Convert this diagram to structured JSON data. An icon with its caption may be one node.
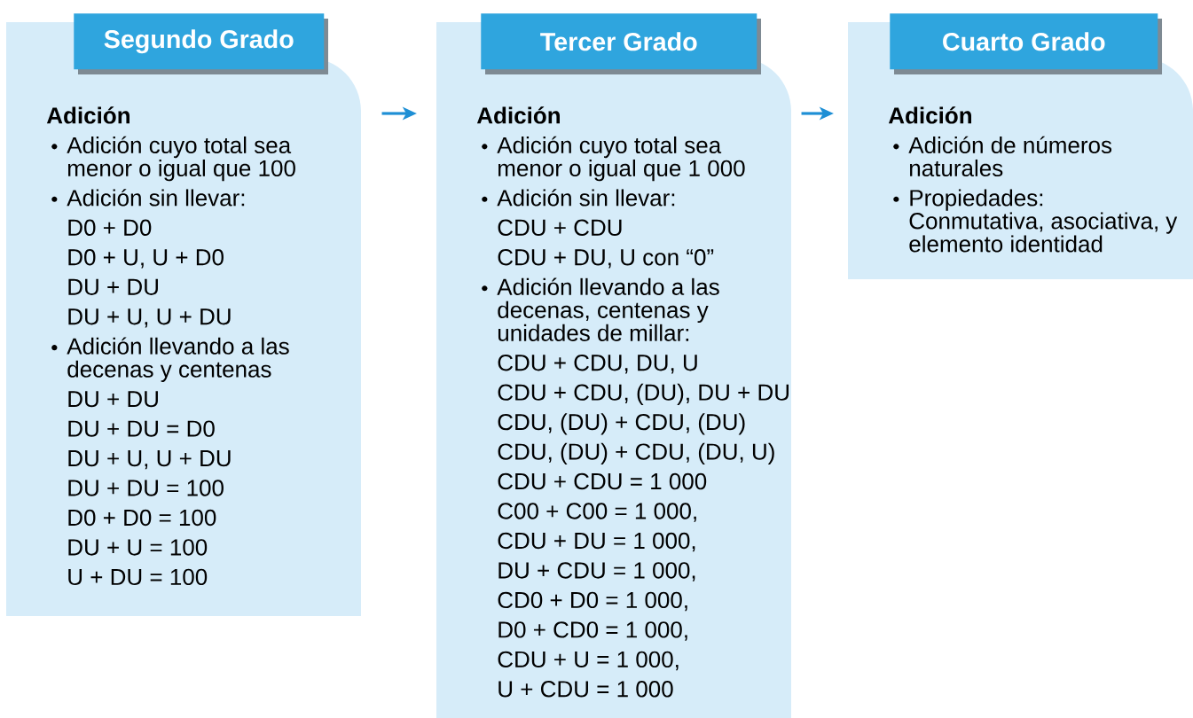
{
  "diagram": {
    "nodes": [
      {
        "text": [
          "Segundo Grado"
        ]
      },
      {
        "text": [
          "Adición",
          "Adición cuyo total sea menor o igual que 100",
          "Adición sin llevar:",
          "D0 + D0",
          "D0 + U, U + D0",
          "DU + DU",
          "DU + U, U + DU",
          "Adición llevando a las decenas y centenas",
          "DU + DU",
          "DU + DU = D0",
          "DU + U, U + DU",
          "DU + DU = 100",
          "D0 + D0 = 100",
          "DU + U = 100",
          "U + DU = 100"
        ]
      },
      {
        "text": [
          "Tercer Grado"
        ]
      },
      {
        "text": [
          "Adición",
          "Adición cuyo total sea menor o igual que 1 000",
          "Adición sin llevar:",
          "CDU + CDU",
          "CDU + DU, U con “0”",
          "Adición llevando a las decenas, centenas y unidades de millar:",
          "CDU + CDU, DU, U",
          "CDU + CDU, (DU), DU + DU",
          "CDU, (DU) + CDU, (DU)",
          "CDU, (DU) + CDU, (DU, U)",
          "CDU + CDU = 1 000",
          "C00 + C00 = 1 000,",
          "CDU + DU = 1 000,",
          "DU + CDU = 1 000,",
          "CD0 + D0 = 1 000,",
          "D0 + CD0 = 1 000,",
          "CDU + U = 1 000,",
          "U + CDU = 1 000"
        ]
      },
      {
        "text": [
          "Cuarto Grado"
        ]
      },
      {
        "text": [
          "Adición",
          "Adición de números naturales",
          "Propiedades: Conmutativa, asociativa, y elemento identidad"
        ]
      }
    ],
    "edges": [
      {
        "from": 1,
        "to": 3,
        "arrow": "to"
      },
      {
        "from": 3,
        "to": 5,
        "arrow": "to"
      }
    ]
  }
}
